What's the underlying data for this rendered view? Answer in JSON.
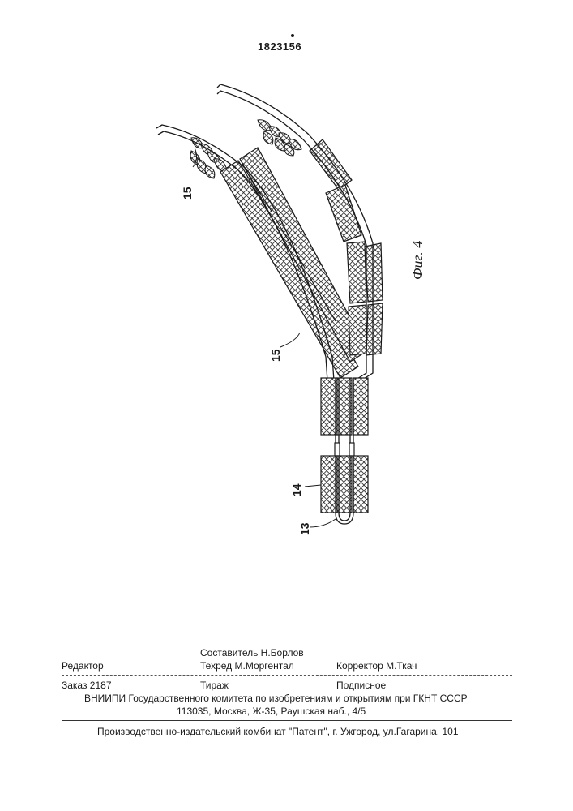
{
  "header": {
    "patent_number": "1823156"
  },
  "figure": {
    "caption": "Фиг. 4",
    "labels": {
      "coil_left_top": "15",
      "coil_left_mid": "15",
      "pipe_bend": "13",
      "coil_lower": "14"
    }
  },
  "imprint": {
    "editor_label": "Редактор",
    "compiler": "Составитель  Н.Борлов",
    "techred": "Техред М.Моргентал",
    "corrector": "Корректор  М.Ткач",
    "order": "Заказ  2187",
    "circulation": "Тираж",
    "subscription": "Подписное",
    "institute": "ВНИИПИ Государственного комитета по изобретениям и открытиям при ГКНТ СССР",
    "address": "113035, Москва, Ж-35, Раушская наб., 4/5",
    "publisher": "Производственно-издательский комбинат \"Патент\", г. Ужгород, ул.Гагарина, 101"
  }
}
